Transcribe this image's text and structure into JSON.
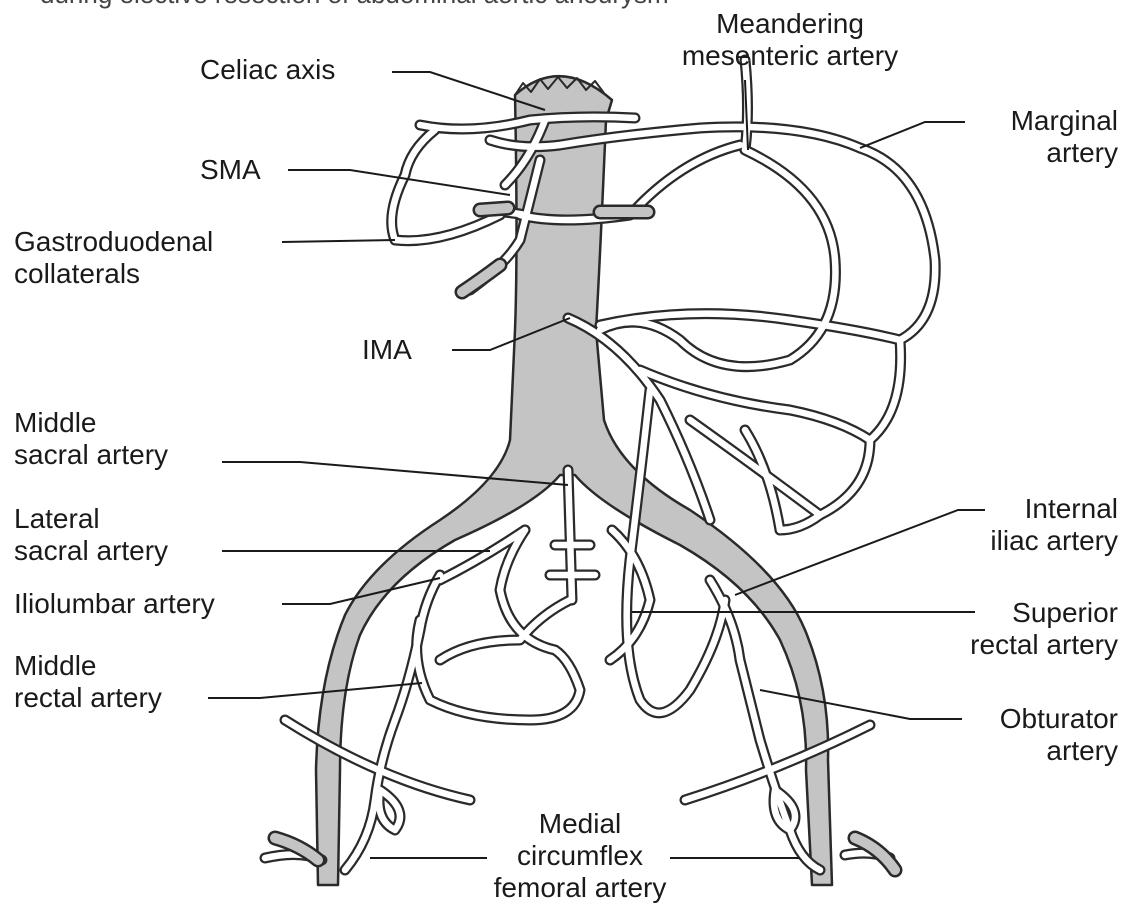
{
  "header_fragment": "during elective resection of abdominal aortic aneurysm",
  "labels": {
    "celiac_axis": [
      "Celiac axis"
    ],
    "meandering": [
      "Meandering",
      "mesenteric artery"
    ],
    "marginal": [
      "Marginal",
      "artery"
    ],
    "sma": [
      "SMA"
    ],
    "gastroduodenal": [
      "Gastroduodenal",
      "collaterals"
    ],
    "ima": [
      "IMA"
    ],
    "middle_sacral": [
      "Middle",
      "sacral artery"
    ],
    "lateral_sacral": [
      "Lateral",
      "sacral artery"
    ],
    "internal_iliac": [
      "Internal",
      "iliac artery"
    ],
    "iliolumbar": [
      "Iliolumbar artery"
    ],
    "superior_rectal": [
      "Superior",
      "rectal artery"
    ],
    "middle_rectal": [
      "Middle",
      "rectal artery"
    ],
    "obturator": [
      "Obturator",
      "artery"
    ],
    "medial_circumflex": [
      "Medial",
      "circumflex",
      "femoral artery"
    ]
  },
  "colors": {
    "aorta_fill": "#c4c4c4",
    "vessel_outline": "#2a2a2a",
    "vessel_fill": "#ffffff",
    "leader_line": "#1a1a1a"
  }
}
